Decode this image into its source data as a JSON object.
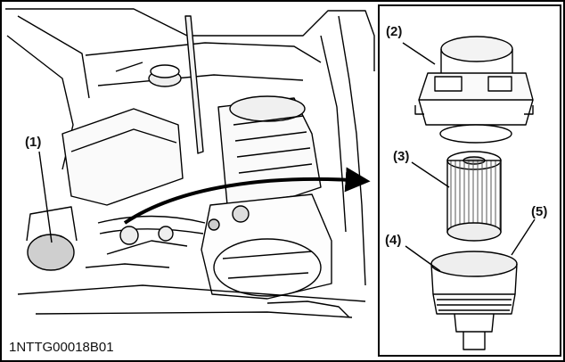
{
  "figure": {
    "code": "1NTTG00018B01",
    "callouts": [
      "(1)",
      "(2)",
      "(3)",
      "(4)",
      "(5)"
    ]
  }
}
